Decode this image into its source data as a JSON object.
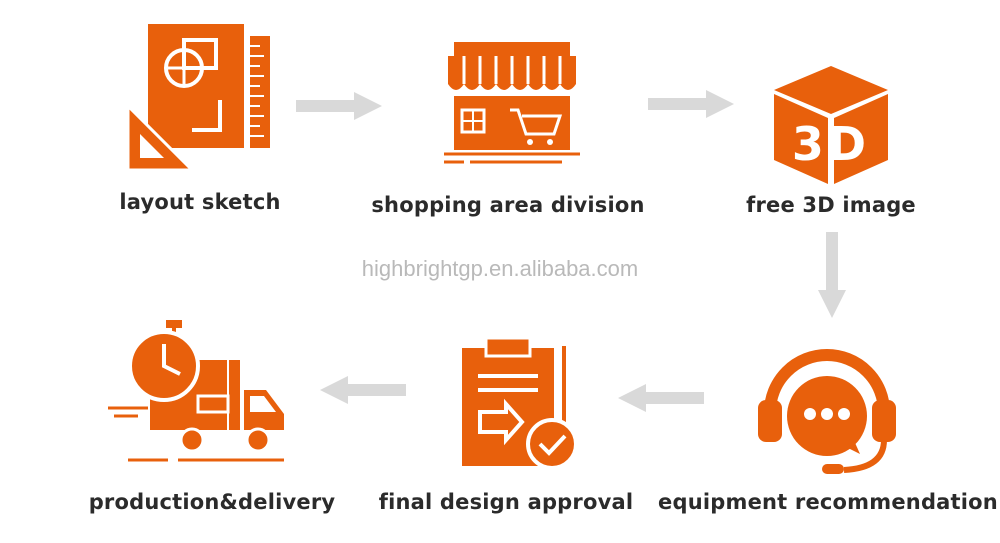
{
  "colors": {
    "accent": "#e8600c",
    "arrow": "#d9d9d9",
    "label": "#2b2b2b",
    "watermark": "#b9b9b9"
  },
  "watermark": "highbrightgp.en.alibaba.com",
  "steps": [
    {
      "label": "layout sketch",
      "icon": "blueprint-ruler-icon"
    },
    {
      "label": "shopping area division",
      "icon": "shop-storefront-icon"
    },
    {
      "label": "free 3D image",
      "icon": "3d-cube-icon",
      "icon_text": "3D"
    },
    {
      "label": "equipment recommendation",
      "icon": "headset-support-icon"
    },
    {
      "label": "final design approval",
      "icon": "clipboard-approval-icon"
    },
    {
      "label": "production&delivery",
      "icon": "delivery-truck-icon"
    }
  ]
}
